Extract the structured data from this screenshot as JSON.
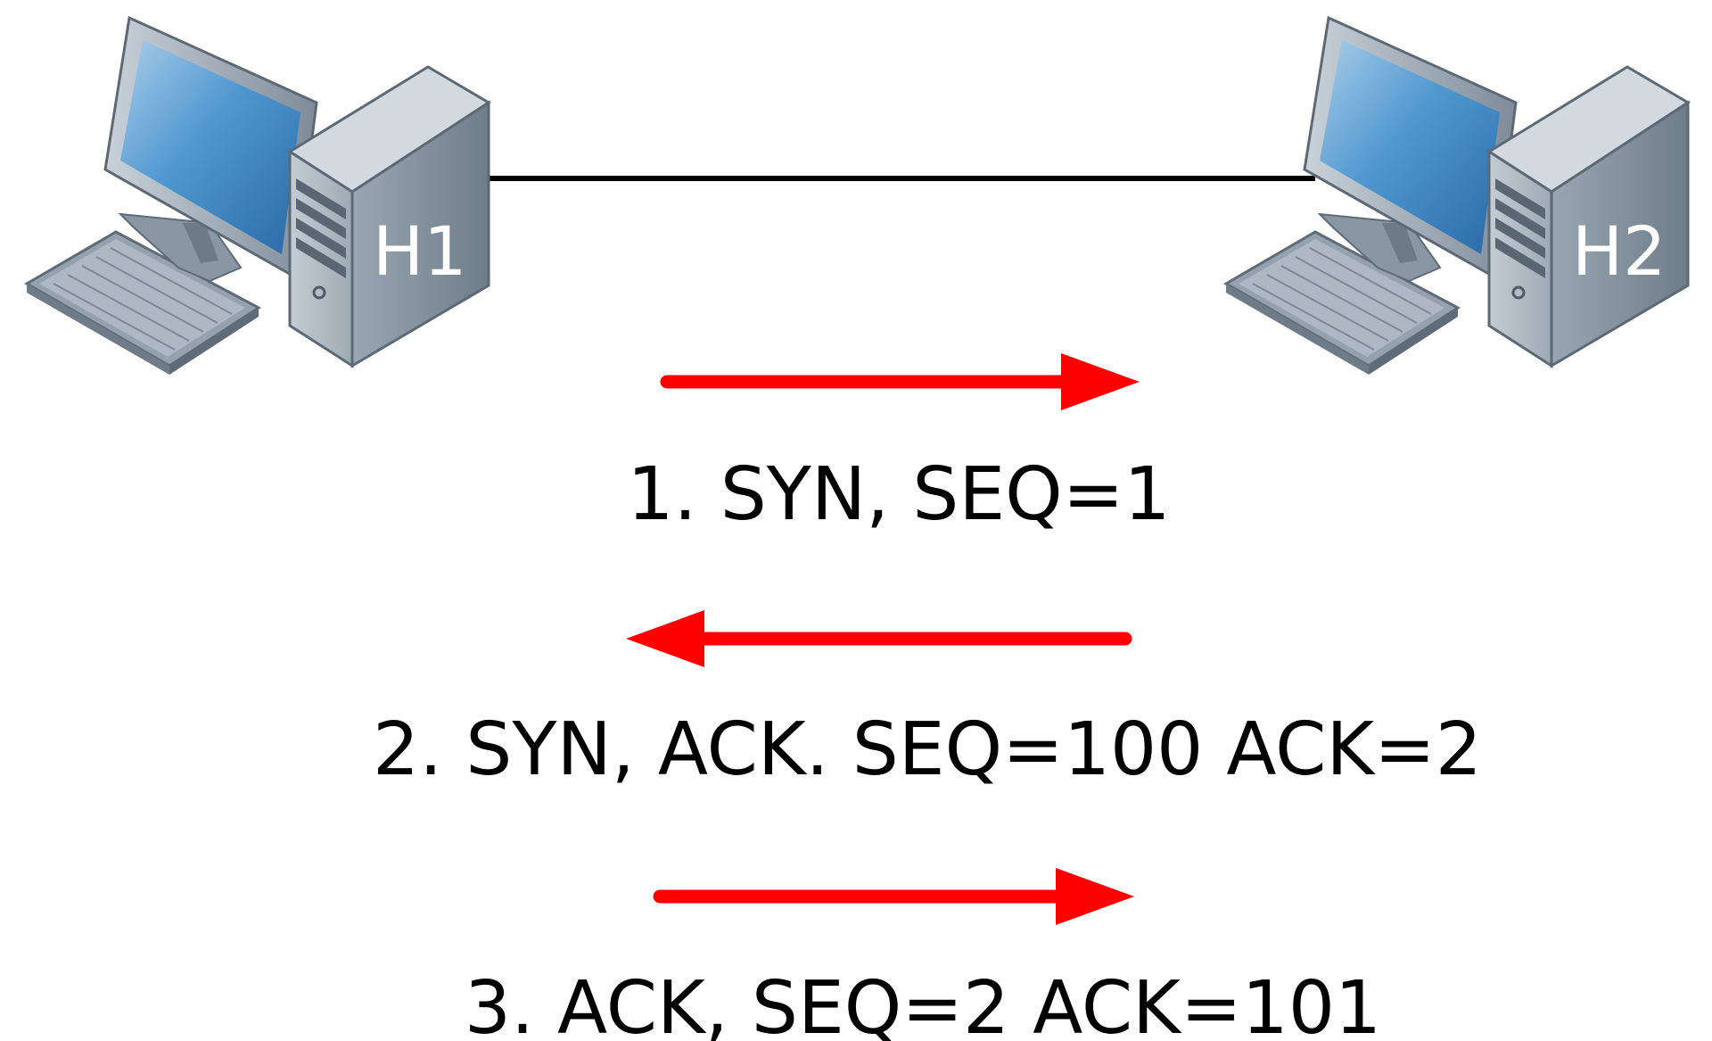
{
  "hosts": {
    "left": {
      "label": "H1"
    },
    "right": {
      "label": "H2"
    }
  },
  "steps": [
    {
      "label": "1. SYN, SEQ=1",
      "direction": "H1 to H2"
    },
    {
      "label": "2. SYN, ACK. SEQ=100 ACK=2",
      "direction": "H2 to H1"
    },
    {
      "label": "3. ACK, SEQ=2 ACK=101",
      "direction": "H1 to H2"
    }
  ],
  "colors": {
    "arrow": "#ff0000",
    "link": "#000000",
    "text": "#000000",
    "monitor_frame": "#8e9aa6",
    "screen": "#3f86c4",
    "tower_front": "#8c99a5",
    "tower_side": "#b7c1ca"
  },
  "icons": {
    "host": "desktop-computer-icon"
  }
}
